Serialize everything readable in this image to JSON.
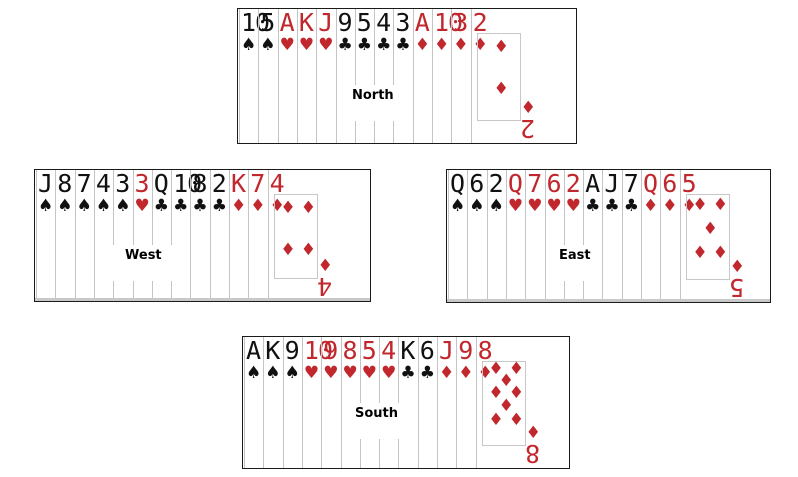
{
  "colors": {
    "red": "#c0282d",
    "black": "#111111"
  },
  "hands": [
    {
      "id": "north",
      "name": "North",
      "cards": [
        {
          "rank": "10",
          "suit": "spades"
        },
        {
          "rank": "5",
          "suit": "spades"
        },
        {
          "rank": "A",
          "suit": "hearts"
        },
        {
          "rank": "K",
          "suit": "hearts"
        },
        {
          "rank": "J",
          "suit": "hearts"
        },
        {
          "rank": "9",
          "suit": "clubs"
        },
        {
          "rank": "5",
          "suit": "clubs"
        },
        {
          "rank": "4",
          "suit": "clubs"
        },
        {
          "rank": "3",
          "suit": "clubs"
        },
        {
          "rank": "A",
          "suit": "diamonds"
        },
        {
          "rank": "10",
          "suit": "diamonds"
        },
        {
          "rank": "3",
          "suit": "diamonds"
        },
        {
          "rank": "2",
          "suit": "diamonds"
        }
      ]
    },
    {
      "id": "west",
      "name": "West",
      "cards": [
        {
          "rank": "J",
          "suit": "spades"
        },
        {
          "rank": "8",
          "suit": "spades"
        },
        {
          "rank": "7",
          "suit": "spades"
        },
        {
          "rank": "4",
          "suit": "spades"
        },
        {
          "rank": "3",
          "suit": "spades"
        },
        {
          "rank": "3",
          "suit": "hearts"
        },
        {
          "rank": "Q",
          "suit": "clubs"
        },
        {
          "rank": "10",
          "suit": "clubs"
        },
        {
          "rank": "8",
          "suit": "clubs"
        },
        {
          "rank": "2",
          "suit": "clubs"
        },
        {
          "rank": "K",
          "suit": "diamonds"
        },
        {
          "rank": "7",
          "suit": "diamonds"
        },
        {
          "rank": "4",
          "suit": "diamonds"
        }
      ]
    },
    {
      "id": "east",
      "name": "East",
      "cards": [
        {
          "rank": "Q",
          "suit": "spades"
        },
        {
          "rank": "6",
          "suit": "spades"
        },
        {
          "rank": "2",
          "suit": "spades"
        },
        {
          "rank": "Q",
          "suit": "hearts"
        },
        {
          "rank": "7",
          "suit": "hearts"
        },
        {
          "rank": "6",
          "suit": "hearts"
        },
        {
          "rank": "2",
          "suit": "hearts"
        },
        {
          "rank": "A",
          "suit": "clubs"
        },
        {
          "rank": "J",
          "suit": "clubs"
        },
        {
          "rank": "7",
          "suit": "clubs"
        },
        {
          "rank": "Q",
          "suit": "diamonds"
        },
        {
          "rank": "6",
          "suit": "diamonds"
        },
        {
          "rank": "5",
          "suit": "diamonds"
        }
      ]
    },
    {
      "id": "south",
      "name": "South",
      "cards": [
        {
          "rank": "A",
          "suit": "spades"
        },
        {
          "rank": "K",
          "suit": "spades"
        },
        {
          "rank": "9",
          "suit": "spades"
        },
        {
          "rank": "10",
          "suit": "hearts"
        },
        {
          "rank": "9",
          "suit": "hearts"
        },
        {
          "rank": "8",
          "suit": "hearts"
        },
        {
          "rank": "5",
          "suit": "hearts"
        },
        {
          "rank": "4",
          "suit": "hearts"
        },
        {
          "rank": "K",
          "suit": "clubs"
        },
        {
          "rank": "6",
          "suit": "clubs"
        },
        {
          "rank": "J",
          "suit": "diamonds"
        },
        {
          "rank": "9",
          "suit": "diamonds"
        },
        {
          "rank": "8",
          "suit": "diamonds"
        }
      ]
    }
  ]
}
